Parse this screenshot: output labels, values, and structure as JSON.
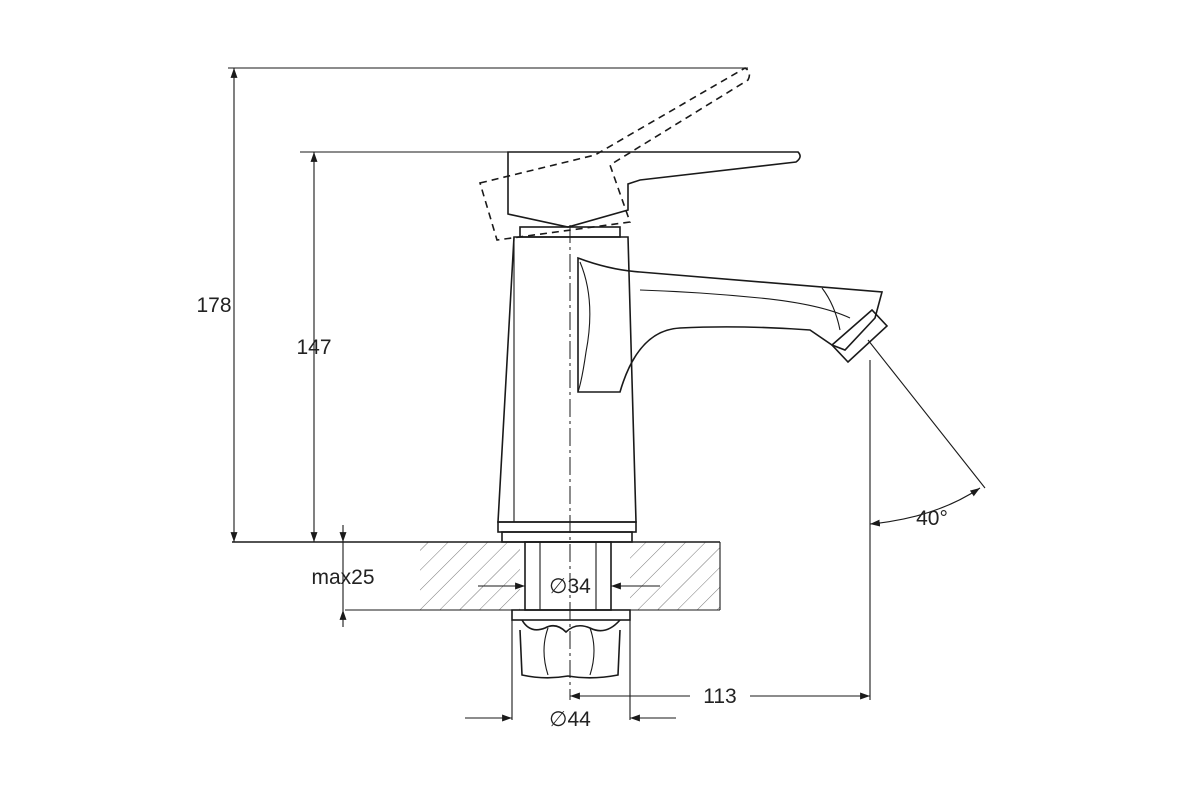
{
  "dimensions": {
    "total_height": "178",
    "lever_height": "147",
    "max_thickness": "max25",
    "spout_reach": "113",
    "body_diameter": "∅34",
    "nut_diameter": "∅44",
    "aerator_angle": "40°"
  },
  "colors": {
    "line": "#1a1a1a",
    "hatch": "#555555",
    "background": "#ffffff"
  }
}
